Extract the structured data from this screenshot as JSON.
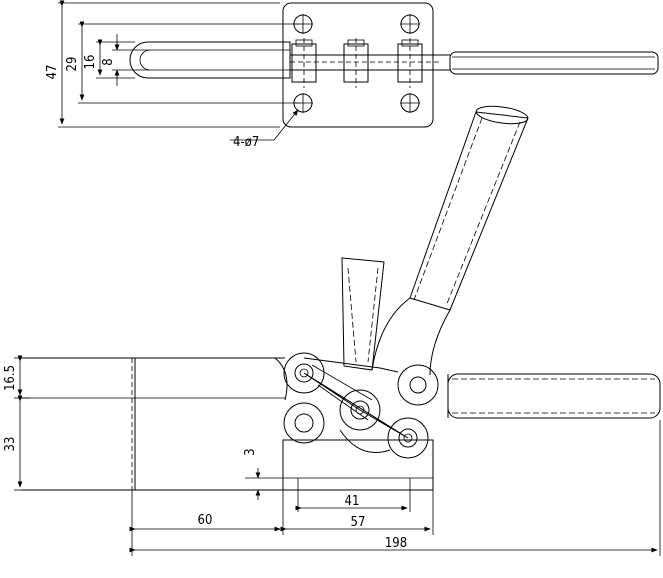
{
  "dimensions": {
    "top_height_outer": "47",
    "top_height_inner": "29",
    "slot_outer": "16",
    "slot_inner": "8",
    "hole_note": "4-ø7",
    "side_upper": "16.5",
    "side_lower": "33",
    "small_gap": "3",
    "base_inner": "41",
    "base_outer": "57",
    "offset": "60",
    "overall": "198"
  }
}
